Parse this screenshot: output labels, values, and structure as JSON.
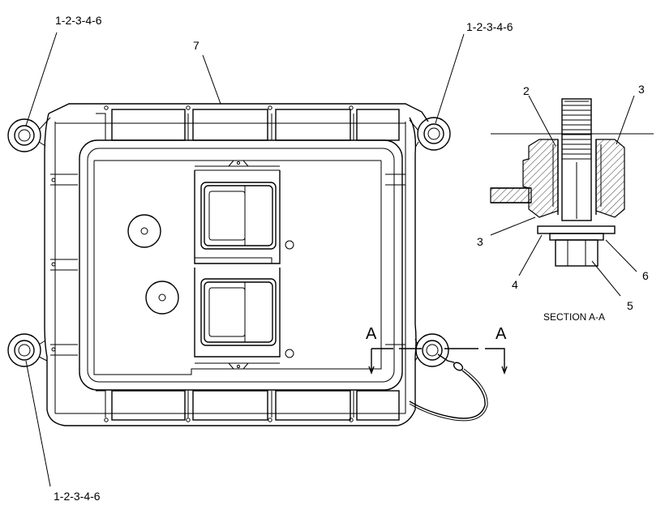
{
  "callouts": {
    "top_left": "1-2-3-4-6",
    "top_right": "1-2-3-4-6",
    "bottom_left": "1-2-3-4-6",
    "module": "7"
  },
  "section": {
    "title": "SECTION A-A",
    "cut_label_left": "A",
    "cut_label_right": "A",
    "parts": {
      "p2": "2",
      "p3_top": "3",
      "p3_side": "3",
      "p4": "4",
      "p5": "5",
      "p6": "6"
    }
  }
}
